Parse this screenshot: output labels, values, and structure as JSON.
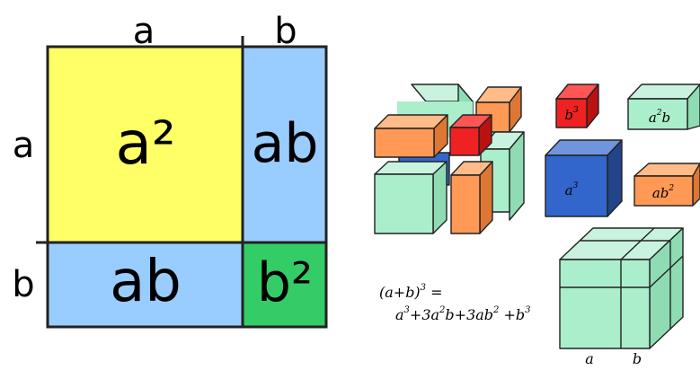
{
  "square": {
    "top_labels": [
      "a",
      "b"
    ],
    "side_labels": [
      "a",
      "b"
    ],
    "areas": {
      "a_squared": "a²",
      "ab_top": "ab",
      "ab_bottom": "ab",
      "b_squared": "b²"
    }
  },
  "pieces": {
    "b_cubed": {
      "base": "b",
      "exp": "3"
    },
    "a_squared_b": {
      "base": "a",
      "exp": "2",
      "tail": "b"
    },
    "a_cubed": {
      "base": "a",
      "exp": "3"
    },
    "a_b_squared": {
      "base": "ab",
      "exp": "2"
    }
  },
  "formula": {
    "line1": "(a+b)",
    "line1_exp": "3",
    "line1_eq": " =",
    "line2_a": "a",
    "line2_a_exp": "3",
    "line2_t2": "+3a",
    "line2_t2_exp": "2",
    "line2_t3": "b+3ab",
    "line2_t3_exp": "2",
    "line2_t4": " +b",
    "line2_t4_exp": "3"
  },
  "cube_axis_labels": [
    "a",
    "b"
  ],
  "colors": {
    "yellow": "#ffff66",
    "light_blue": "#99ccff",
    "green": "#33cc66",
    "mint": "#aaeecc",
    "orange": "#ff9955",
    "red": "#ee2222",
    "blue": "#3366cc"
  }
}
